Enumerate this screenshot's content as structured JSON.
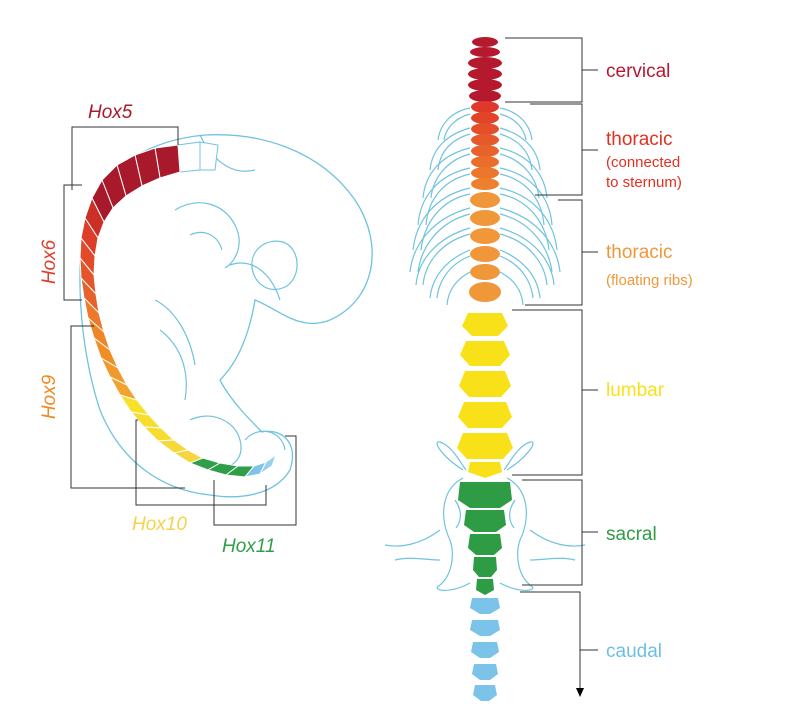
{
  "colors": {
    "outline": "#6fc3df",
    "bracket": "#333333",
    "hox5": "#a8192b",
    "hox6": "#e03e2a",
    "hox9": "#f08a22",
    "hox10": "#f6d24a",
    "hox11": "#2f9e48",
    "cervical": "#b5192e",
    "thoracic_connected": "#e2301f",
    "thoracic_floating": "#f0973a",
    "lumbar": "#f9e11a",
    "sacral": "#2e9b45",
    "caudal": "#6fbde6"
  },
  "hox_labels": {
    "hox5": "Hox5",
    "hox6": "Hox6",
    "hox9": "Hox9",
    "hox10": "Hox10",
    "hox11": "Hox11"
  },
  "regions": {
    "cervical": "cervical",
    "thoracic_connected": "thoracic",
    "thoracic_connected_sub1": "(connected",
    "thoracic_connected_sub2": "to sternum)",
    "thoracic_floating": "thoracic",
    "thoracic_floating_sub": "(floating ribs)",
    "lumbar": "lumbar",
    "sacral": "sacral",
    "caudal": "caudal"
  },
  "icons": {
    "embryo": "embryo-illustration",
    "skeleton": "vertebral-column-illustration"
  }
}
